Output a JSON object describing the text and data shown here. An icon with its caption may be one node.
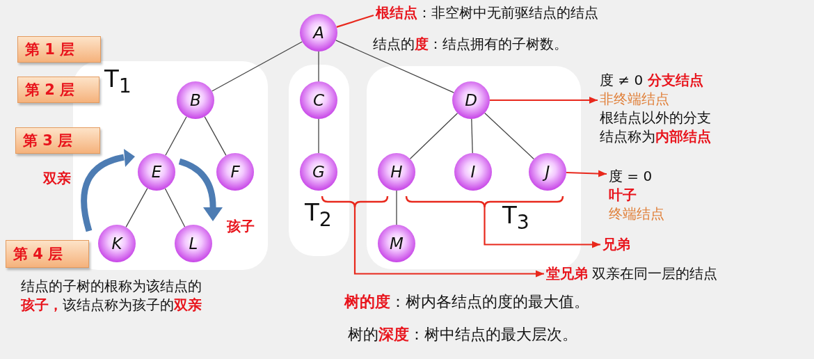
{
  "diagram": {
    "nodes": [
      {
        "text": [
          "A"
        ]
      },
      {
        "text": [
          "**根结点**：非空树中无前驱结点的结点"
        ]
      },
      {
        "text": [
          "T$_{1}$"
        ]
      },
      {
        "text": [
          "B"
        ],
        "in": 2
      },
      {
        "text": [
          "E"
        ],
        "in": 2
      },
      {
        "text": [
          "F"
        ],
        "in": 2
      },
      {
        "text": [
          "K"
        ],
        "in": 2
      },
      {
        "text": [
          "L"
        ],
        "in": 2
      },
      {
        "text": [
          "T$_{2}$"
        ]
      },
      {
        "text": [
          "C"
        ],
        "in": 8
      },
      {
        "text": [
          "G"
        ],
        "in": 8
      },
      {
        "text": [
          "T$_{3}$"
        ]
      },
      {
        "text": [
          "D"
        ],
        "in": 11
      },
      {
        "text": [
          "H"
        ],
        "in": 11
      },
      {
        "text": [
          "I"
        ],
        "in": 11
      },
      {
        "text": [
          "J"
        ],
        "in": 11
      },
      {
        "text": [
          "M"
        ],
        "in": 11
      },
      {
        "text": [
          "度 ≠ 0 **分支结点**",
          "非终端结点",
          "根结点以外的分支结点称为**内部结点**"
        ]
      },
      {
        "text": [
          "度 = 0",
          "叶子",
          "终端结点"
        ]
      },
      {
        "text": [],
        "shape": "bracket"
      },
      {
        "text": [],
        "shape": "bracket",
        "in": 11
      },
      {
        "text": [
          "兄弟"
        ]
      },
      {
        "text": [
          "**堂兄弟** 双亲在同一层的结点"
        ]
      },
      {
        "text": [
          "第 1 层"
        ]
      },
      {
        "text": [
          "第 2 层"
        ]
      },
      {
        "text": [
          "第 3 层"
        ]
      },
      {
        "text": [
          "第 4 层"
        ]
      }
    ],
    "edges": [
      {
        "from": 0,
        "to": 3,
        "arrow": "none"
      },
      {
        "from": 0,
        "to": 9,
        "arrow": "none"
      },
      {
        "from": 0,
        "to": 12,
        "arrow": "none"
      },
      {
        "from": 3,
        "to": 4,
        "arrow": "none"
      },
      {
        "from": 3,
        "to": 5,
        "arrow": "none"
      },
      {
        "from": 4,
        "to": 6,
        "arrow": "none"
      },
      {
        "from": 4,
        "to": 7,
        "arrow": "none"
      },
      {
        "from": 9,
        "to": 10,
        "arrow": "none"
      },
      {
        "from": 12,
        "to": 13,
        "arrow": "none"
      },
      {
        "from": 12,
        "to": 14,
        "arrow": "none"
      },
      {
        "from": 12,
        "to": 15,
        "arrow": "none"
      },
      {
        "from": 13,
        "to": 16,
        "arrow": "none"
      },
      {
        "from": 0,
        "to": 1,
        "arrow": "none",
        "color": "#e8281c"
      },
      {
        "from": 12,
        "to": 17,
        "arrow": "to",
        "color": "#e8281c"
      },
      {
        "from": 15,
        "to": 18,
        "arrow": "to",
        "color": "#e8281c"
      },
      {
        "from": 20,
        "to": 21,
        "arrow": "to",
        "color": "#e8281c"
      },
      {
        "from": 19,
        "to": 22,
        "arrow": "to",
        "color": "#e8281c"
      }
    ],
    "labels": [
      "结点的**度**：结点拥有的子树数。",
      "双亲",
      "孩子",
      "结点的子树的根称为该结点的**孩子，**该结点称为孩子的**双亲**",
      "**树的度**：树内各结点的度的最大值。",
      "树的**深度**：树中结点的最大层次。"
    ]
  }
}
